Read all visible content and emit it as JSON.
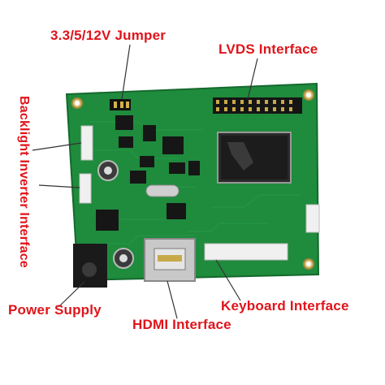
{
  "labels": {
    "jumper": "3.3/5/12V Jumper",
    "lvds": "LVDS Interface",
    "backlight": "Backlight Inverter Interface",
    "power": "Power Supply",
    "hdmi": "HDMI Interface",
    "keyboard": "Keyboard Interface"
  },
  "colors": {
    "label": "#e0141a",
    "pcb": "#1e8a3c",
    "background": "#ffffff"
  }
}
